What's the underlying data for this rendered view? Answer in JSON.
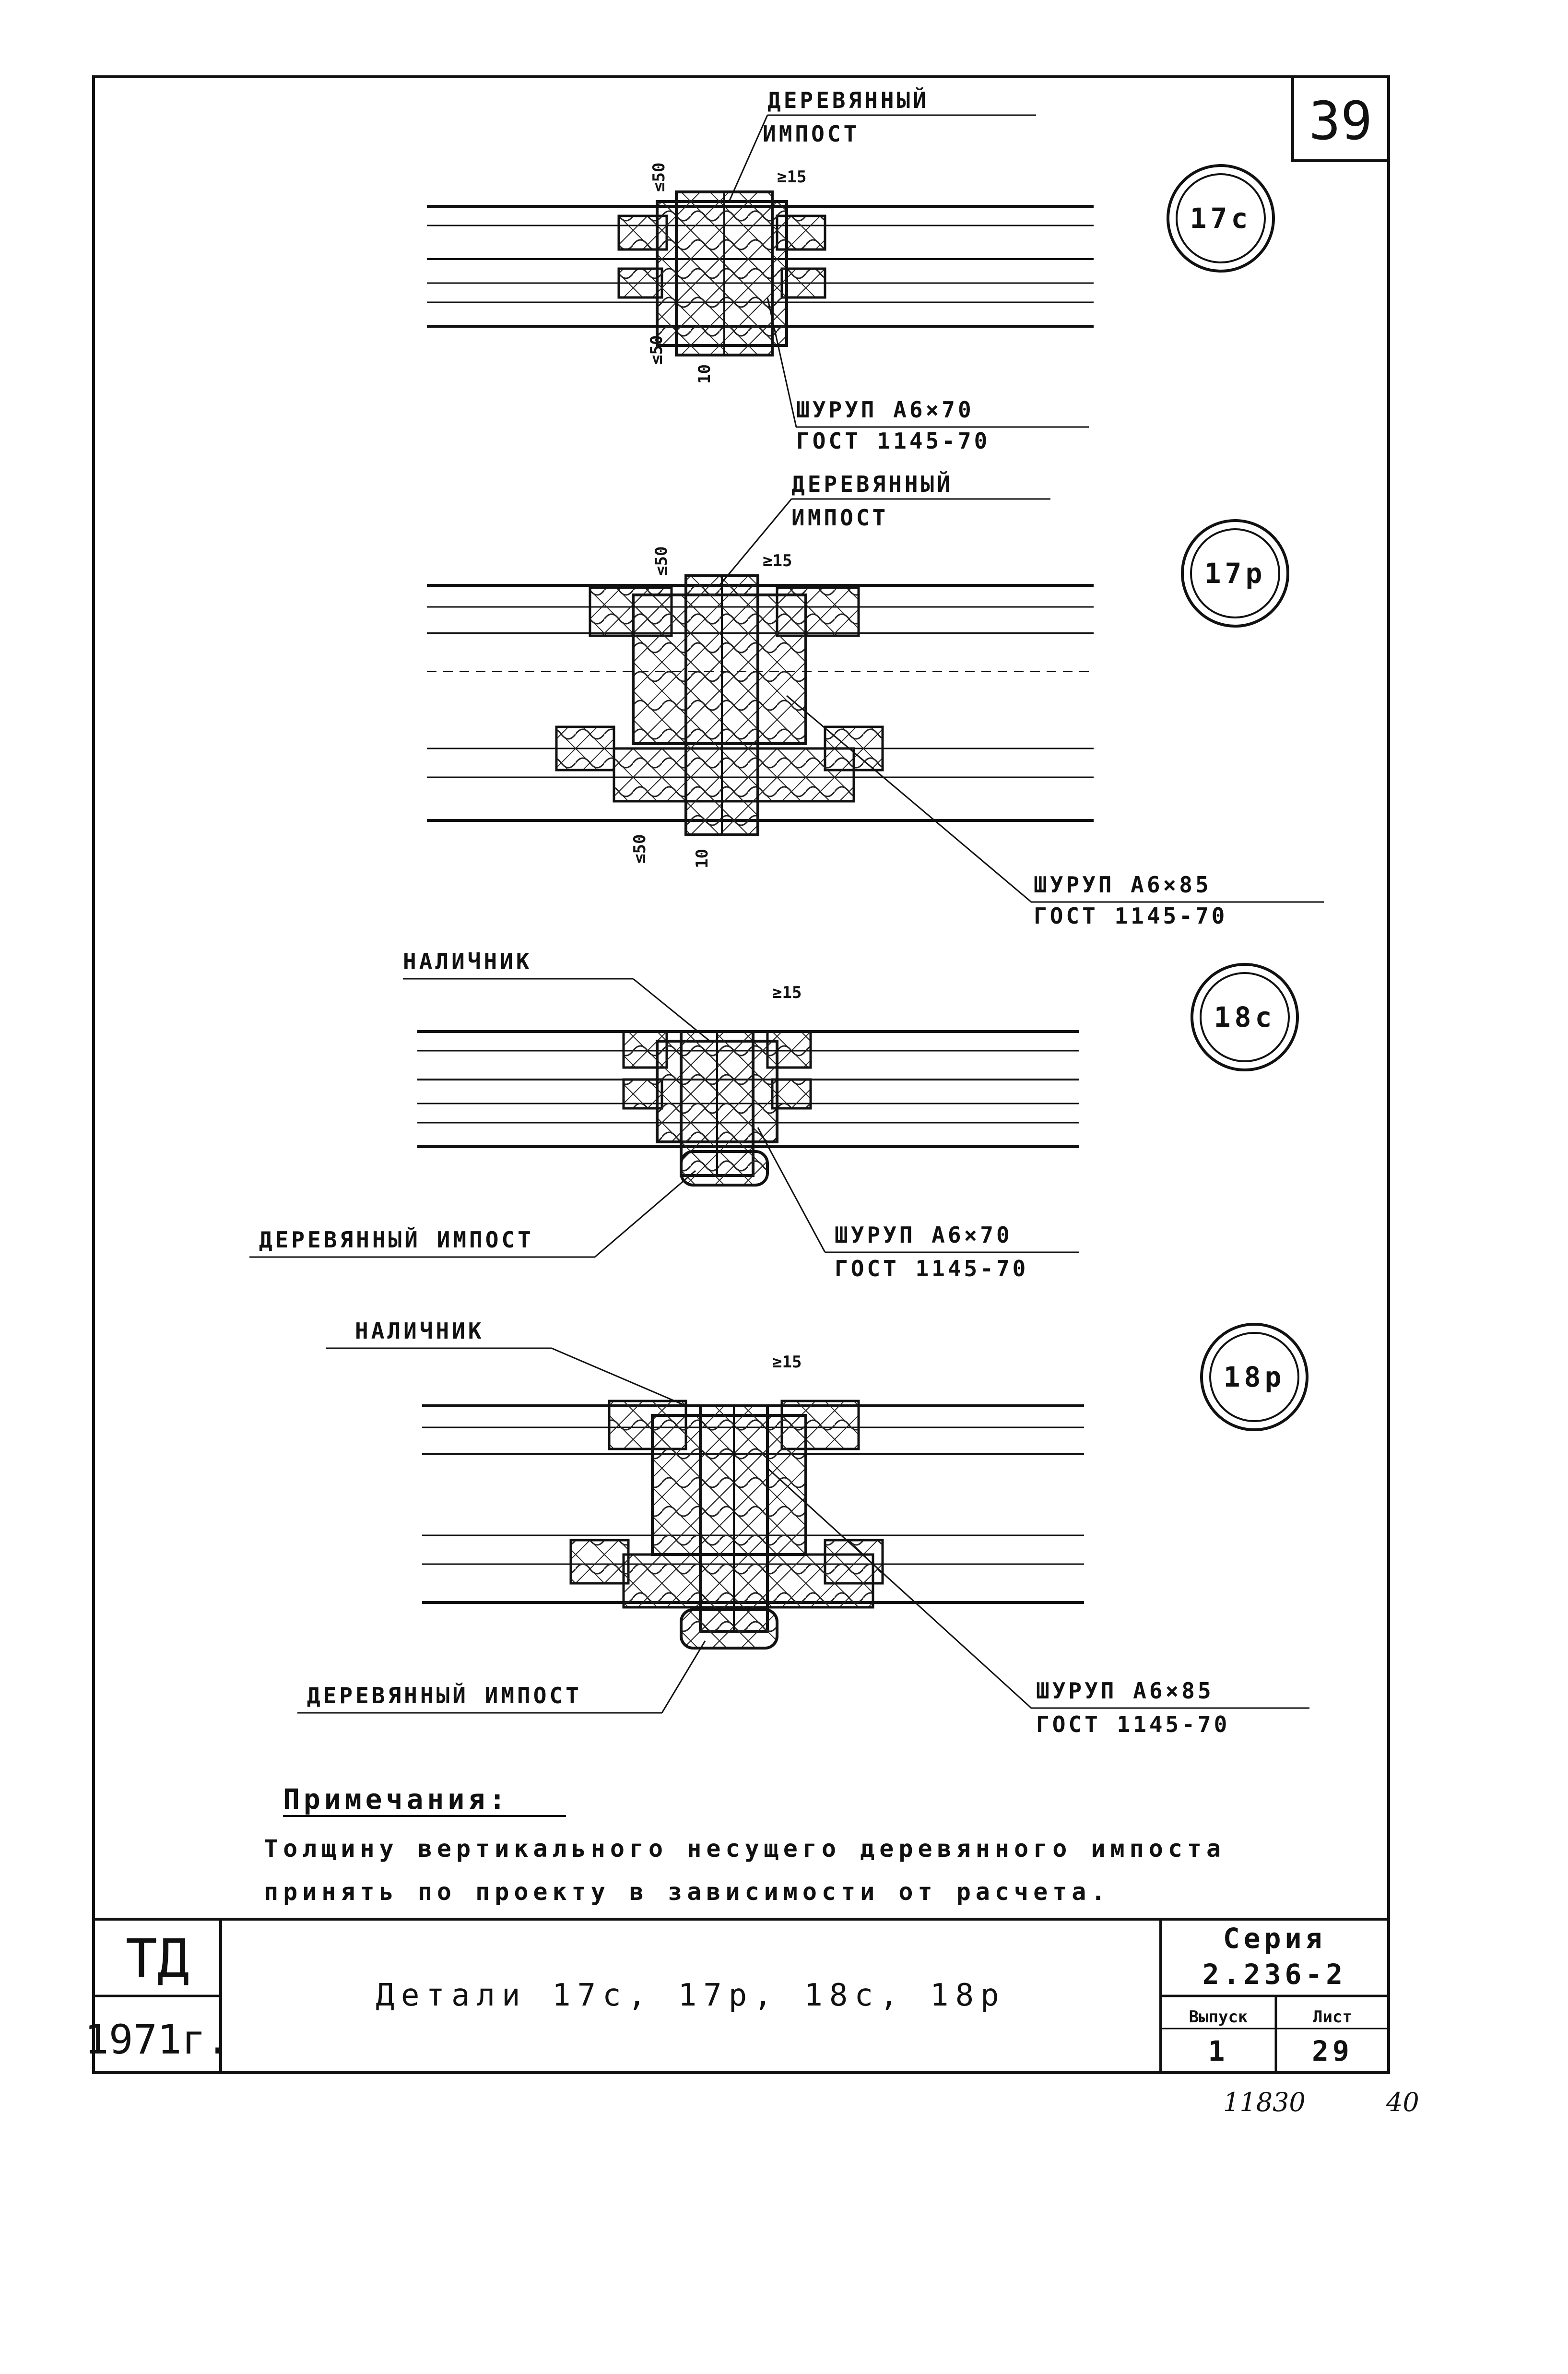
{
  "sheet_number": "39",
  "labels": {
    "wood_impost": "ДЕРЕВЯННЫЙ",
    "wood_impost_2": "ИМПОСТ",
    "wood_impost_full": "ДЕРЕВЯННЫЙ ИМПОСТ",
    "platband": "НАЛИЧНИК",
    "screw_70": "ШУРУП А6×70",
    "screw_85": "ШУРУП А6×85",
    "gost_70": "ГОСТ 1145-70",
    "gost_85": "ГОСТ 1145-70"
  },
  "dimensions": {
    "le50": "≤50",
    "ge15": "≥15",
    "ten": "10"
  },
  "details": [
    {
      "id": "17c",
      "label": "17с"
    },
    {
      "id": "17p",
      "label": "17р"
    },
    {
      "id": "18c",
      "label": "18с"
    },
    {
      "id": "18p",
      "label": "18р"
    }
  ],
  "notes": {
    "header": "Примечания:",
    "line1": "Толщину вертикального несущего деревянного импоста",
    "line2": "принять по проекту в зависимости от расчета."
  },
  "title_block": {
    "org": "ТД",
    "year": "1971г.",
    "title": "Детали 17с, 17р, 18с, 18р",
    "series_label": "Серия",
    "series_value": "2.236-2",
    "issue_label": "Выпуск",
    "issue_value": "1",
    "sheet_label": "Лист",
    "sheet_value": "29"
  },
  "handwritten": {
    "number": "11830",
    "page": "40"
  }
}
